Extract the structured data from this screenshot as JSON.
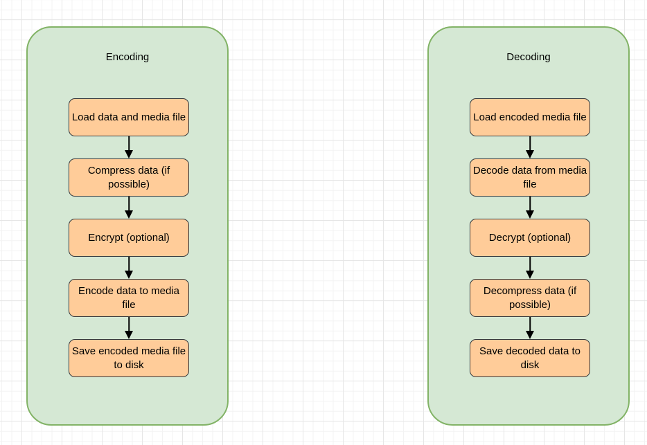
{
  "colors": {
    "container_fill": "#d5e8d4",
    "container_border": "#82b366",
    "box_fill": "#ffcc99",
    "box_border": "#36393d",
    "arrow": "#000000",
    "text": "#000000",
    "grid_minor": "#f3f3f3",
    "grid_major": "#e6e6e6",
    "background": "#ffffff"
  },
  "columns": [
    {
      "title": "Encoding",
      "steps": [
        "Load data and media file",
        "Compress data (if possible)",
        "Encrypt (optional)",
        "Encode data to media file",
        "Save encoded media file to disk"
      ]
    },
    {
      "title": "Decoding",
      "steps": [
        "Load encoded media file",
        "Decode data from media file",
        "Decrypt (optional)",
        "Decompress data (if possible)",
        "Save decoded data to disk"
      ]
    }
  ]
}
